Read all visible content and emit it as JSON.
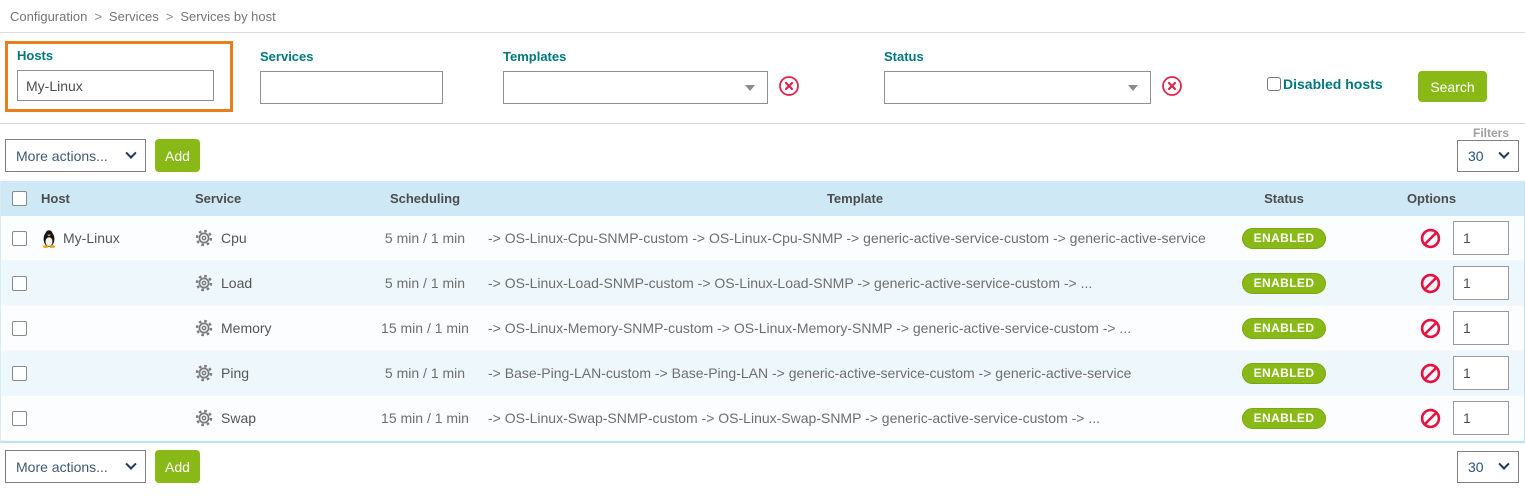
{
  "breadcrumb": {
    "separator": ">",
    "items": [
      "Configuration",
      "Services",
      "Services by host"
    ]
  },
  "filters": {
    "legend": "Filters",
    "hosts": {
      "label": "Hosts",
      "value": "My-Linux"
    },
    "services": {
      "label": "Services",
      "value": ""
    },
    "templates": {
      "label": "Templates",
      "value": ""
    },
    "status": {
      "label": "Status",
      "value": ""
    },
    "disabled_hosts_label": "Disabled hosts",
    "search_label": "Search"
  },
  "toolbar": {
    "more_actions_label": "More actions...",
    "add_label": "Add",
    "page_size": "30"
  },
  "table": {
    "headers": {
      "host": "Host",
      "service": "Service",
      "scheduling": "Scheduling",
      "template": "Template",
      "status": "Status",
      "options": "Options"
    },
    "rows": [
      {
        "host": "My-Linux",
        "service": "Cpu",
        "scheduling": "5 min / 1 min",
        "template": "-> OS-Linux-Cpu-SNMP-custom -> OS-Linux-Cpu-SNMP -> generic-active-service-custom -> generic-active-service",
        "status": "ENABLED",
        "options_value": "1"
      },
      {
        "host": "",
        "service": "Load",
        "scheduling": "5 min / 1 min",
        "template": "-> OS-Linux-Load-SNMP-custom -> OS-Linux-Load-SNMP -> generic-active-service-custom -> ...",
        "status": "ENABLED",
        "options_value": "1"
      },
      {
        "host": "",
        "service": "Memory",
        "scheduling": "15 min / 1 min",
        "template": "-> OS-Linux-Memory-SNMP-custom -> OS-Linux-Memory-SNMP -> generic-active-service-custom -> ...",
        "status": "ENABLED",
        "options_value": "1"
      },
      {
        "host": "",
        "service": "Ping",
        "scheduling": "5 min / 1 min",
        "template": "-> Base-Ping-LAN-custom -> Base-Ping-LAN -> generic-active-service-custom -> generic-active-service",
        "status": "ENABLED",
        "options_value": "1"
      },
      {
        "host": "",
        "service": "Swap",
        "scheduling": "15 min / 1 min",
        "template": "-> OS-Linux-Swap-SNMP-custom -> OS-Linux-Swap-SNMP -> generic-active-service-custom -> ...",
        "status": "ENABLED",
        "options_value": "1"
      }
    ]
  },
  "colors": {
    "accent_teal": "#00787f",
    "highlight_orange": "#e87e1e",
    "action_green": "#88b917",
    "alert_red": "#e0244c",
    "table_header_blue": "#cee9f5"
  }
}
